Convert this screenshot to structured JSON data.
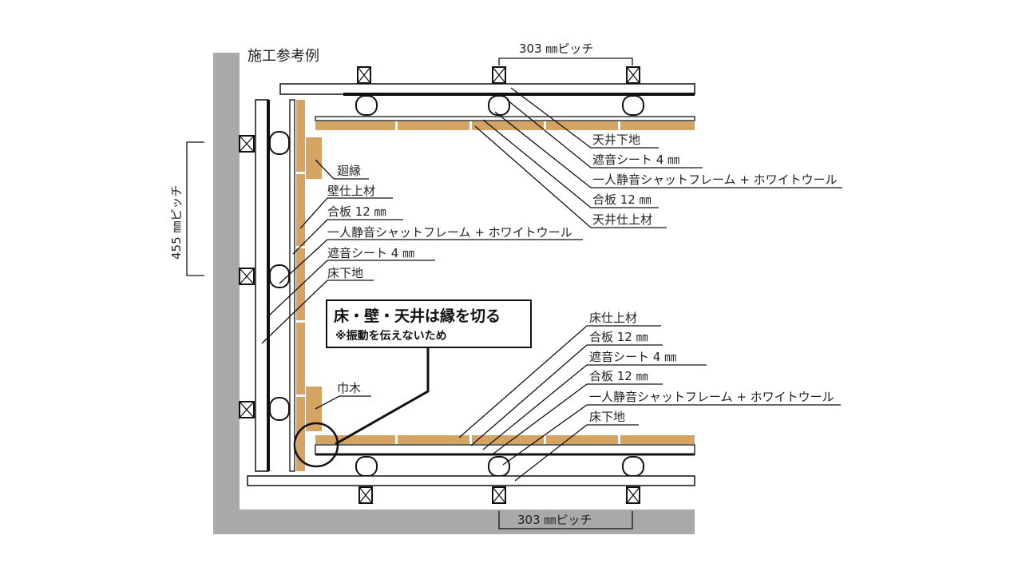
{
  "title": "施工参考例",
  "pitch_top": "303 ㎜ピッチ",
  "pitch_bottom": "303 ㎜ピッチ",
  "pitch_left": "455 ㎜ピッチ",
  "ceiling_labels": [
    "天井下地",
    "遮音シート 4 ㎜",
    "一人静音シャットフレーム + ホワイトウール",
    "合板 12 ㎜",
    "天井仕上材"
  ],
  "wall_labels": [
    "廻縁",
    "壁仕上材",
    "合板 12 ㎜",
    "一人静音シャットフレーム + ホワイトウール",
    "遮音シート 4 ㎜",
    "床下地"
  ],
  "floor_labels": [
    "床仕上材",
    "合板 12 ㎜",
    "遮音シート 4 ㎜",
    "合板 12 ㎜",
    "一人静音シャットフレーム + ホワイトウール",
    "床下地"
  ],
  "baseboard": "巾木",
  "callout": {
    "main": "床・壁・天井は縁を切る",
    "sub": "※振動を伝えないため"
  },
  "colors": {
    "wood": "#d5a462",
    "concrete": "#a9a9a9"
  }
}
